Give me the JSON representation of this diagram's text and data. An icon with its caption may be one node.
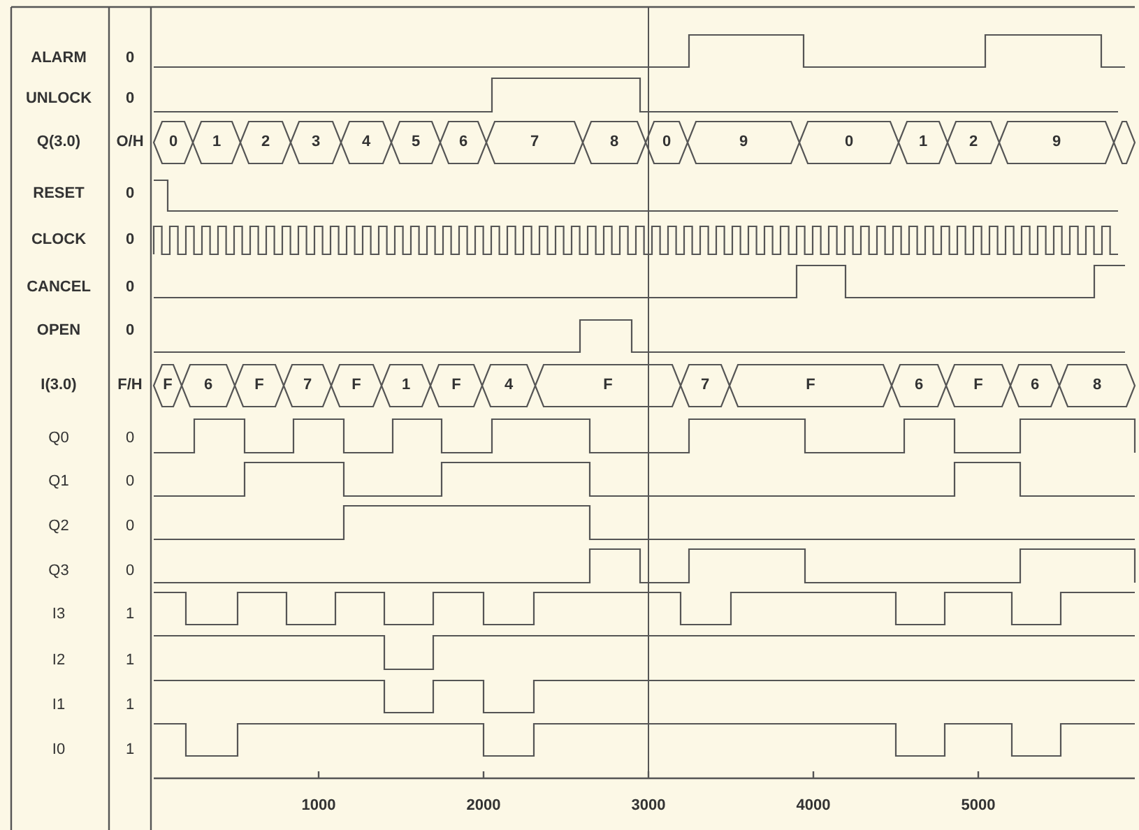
{
  "diagram": {
    "labels": [
      "ALARM",
      "0",
      "UNLOCK",
      "0",
      "Q(3.0)",
      "O/H",
      "0",
      "1",
      "2",
      "3",
      "4",
      "5",
      "6",
      "7",
      "8",
      "0",
      "9",
      "0",
      "1",
      "2",
      "9",
      "RESET",
      "0",
      "CLOCK",
      "0",
      "CANCEL",
      "0",
      "OPEN",
      "0",
      "I(3.0)",
      "F/H",
      "F",
      "6",
      "F",
      "7",
      "F",
      "1",
      "F",
      "4",
      "F",
      "7",
      "F",
      "6",
      "F",
      "6",
      "8",
      "Q0",
      "0",
      "Q1",
      "0",
      "Q2",
      "0",
      "Q3",
      "0",
      "I3",
      "1",
      "I2",
      "1",
      "I1",
      "1",
      "I0",
      "1",
      "1000",
      "2000",
      "3000",
      "4000",
      "5000"
    ]
  }
}
